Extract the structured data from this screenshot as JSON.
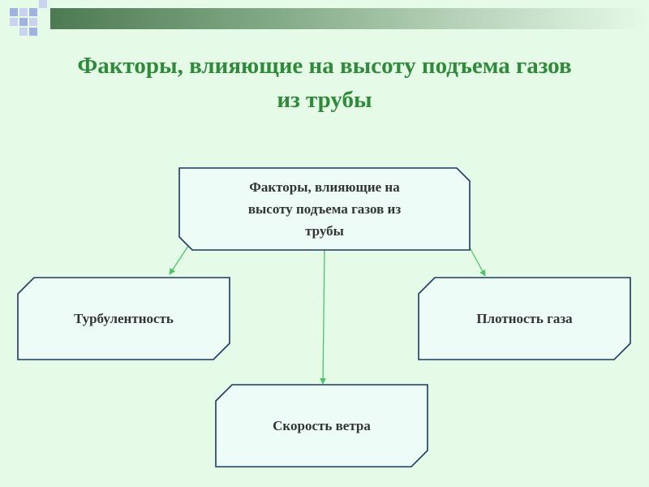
{
  "title": {
    "line1": "Факторы, влияющие на высоту подъема газов",
    "line2": "из трубы"
  },
  "diagram": {
    "root": {
      "line1": "Факторы, влияющие на",
      "line2": "высоту подъема газов из",
      "line3": "трубы"
    },
    "nodes": {
      "turbulence": "Турбулентность",
      "gas_density": "Плотность газа",
      "wind_speed": "Скорость ветра"
    }
  },
  "colors": {
    "title": "#2f8a3a",
    "box_fill": "#eefcf8",
    "box_border": "#1a3a60",
    "connector": "#4cc36a",
    "background": "#e6fae8"
  }
}
